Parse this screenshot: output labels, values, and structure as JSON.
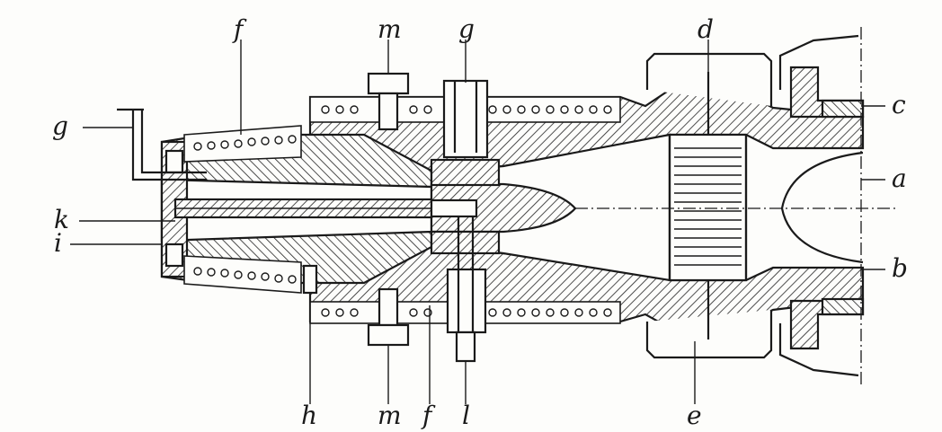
{
  "labels": {
    "f_top": "f",
    "m_top": "m",
    "g_top": "g",
    "d": "d",
    "g_left": "g",
    "c": "c",
    "a": "a",
    "k": "k",
    "i": "i",
    "b": "b",
    "h": "h",
    "m_bottom": "m",
    "f_bottom": "f",
    "l": "l",
    "e": "e"
  }
}
